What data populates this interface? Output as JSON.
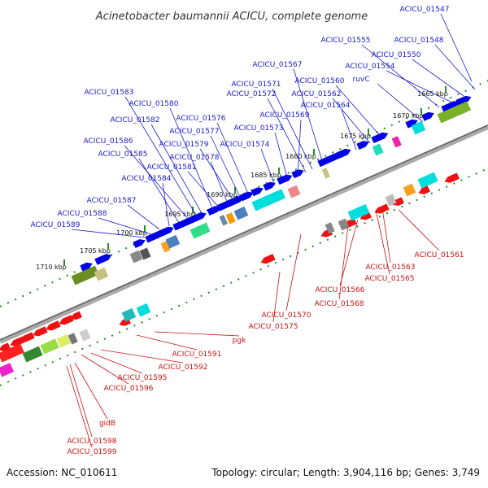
{
  "title": "Acinetobacter baumannii ACICU, complete genome",
  "footer": {
    "accession": "Accession: NC_010611",
    "summary": "Topology: circular; Length: 3,904,116 bp; Genes: 3,749"
  },
  "colors": {
    "forward_label": "#1a1acc",
    "reverse_label": "#cc1111",
    "forward_gene": "#0000e6",
    "reverse_gene": "#ee1111",
    "backbone": "#888888",
    "tick": "#2a8a2a"
  },
  "kbp_ticks": [
    "1665 kbp",
    "1670 kbp",
    "1675 kbp",
    "1680 kbp",
    "1685 kbp",
    "1690 kbp",
    "1695 kbp",
    "1700 kbp",
    "1705 kbp",
    "1710 kbp"
  ],
  "forward_labels": [
    "ACICU_01547",
    "ACICU_01548",
    "ACICU_01550",
    "ACICU_01554",
    "ACICU_01555",
    "ruvC",
    "ACICU_01560",
    "ACICU_01562",
    "ACICU_01564",
    "ACICU_01567",
    "ACICU_01571",
    "ACICU_01572",
    "ACICU_01569",
    "ACICU_01573",
    "ACICU_01574",
    "ACICU_01576",
    "ACICU_01577",
    "ACICU_01579",
    "ACICU_01578",
    "ACICU_01581",
    "ACICU_01580",
    "ACICU_01582",
    "ACICU_01583",
    "ACICU_01586",
    "ACICU_01585",
    "ACICU_01584",
    "ACICU_01587",
    "ACICU_01588",
    "ACICU_01589"
  ],
  "reverse_labels": [
    "ACICU_01561",
    "ACICU_01563",
    "ACICU_01565",
    "ACICU_01566",
    "ACICU_01568",
    "ACICU_01570",
    "ACICU_01575",
    "pgk",
    "ACICU_01591",
    "ACICU_01592",
    "ACICU_01595",
    "ACICU_01596",
    "gidB",
    "ACICU_01598",
    "ACICU_01599"
  ]
}
